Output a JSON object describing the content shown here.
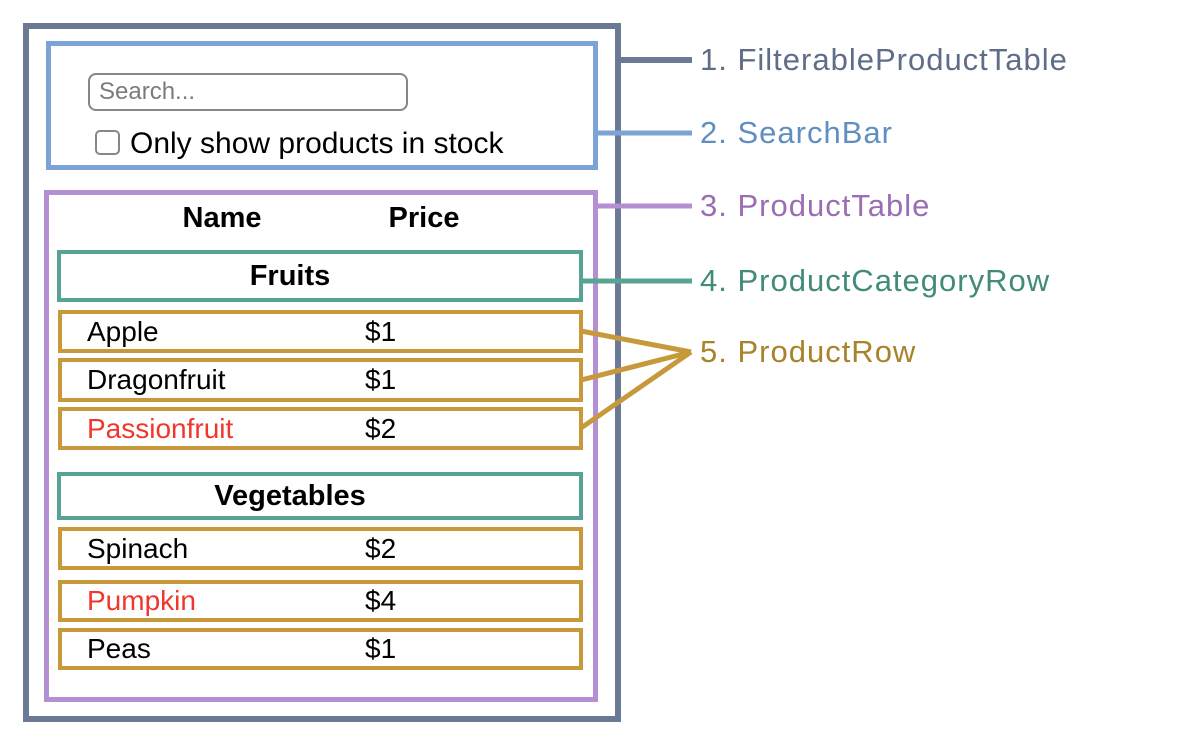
{
  "colors": {
    "slate": "#6b7a94",
    "blue": "#7ca3d6",
    "purple": "#b48fd2",
    "teal": "#57a495",
    "gold": "#c8993b",
    "slate_text": "#5e6d88",
    "blue_text": "#5e8fc0",
    "purple_text": "#9c6cb4",
    "teal_text": "#418a7c",
    "gold_text": "#a8832b",
    "out_of_stock_text": "#f1362b",
    "text": "#000000",
    "control_border": "#878787",
    "placeholder_text": "#7b7b7b",
    "background": "#ffffff"
  },
  "search_bar": {
    "input_placeholder": "Search...",
    "checkbox_label": "Only show products in stock",
    "checkbox_checked": false
  },
  "product_table": {
    "column_headers": {
      "name": "Name",
      "price": "Price"
    },
    "sections": [
      {
        "category": "Fruits",
        "rows": [
          {
            "name": "Apple",
            "price": "$1",
            "out_of_stock": false
          },
          {
            "name": "Dragonfruit",
            "price": "$1",
            "out_of_stock": false
          },
          {
            "name": "Passionfruit",
            "price": "$2",
            "out_of_stock": true
          }
        ]
      },
      {
        "category": "Vegetables",
        "rows": [
          {
            "name": "Spinach",
            "price": "$2",
            "out_of_stock": false
          },
          {
            "name": "Pumpkin",
            "price": "$4",
            "out_of_stock": true
          },
          {
            "name": "Peas",
            "price": "$1",
            "out_of_stock": false
          }
        ]
      }
    ]
  },
  "legend": [
    {
      "label": "1. FilterableProductTable",
      "color": "#5e6d88"
    },
    {
      "label": "2. SearchBar",
      "color": "#5e8fc0"
    },
    {
      "label": "3. ProductTable",
      "color": "#9c6cb4"
    },
    {
      "label": "4. ProductCategoryRow",
      "color": "#418a7c"
    },
    {
      "label": "5. ProductRow",
      "color": "#a8832b"
    }
  ]
}
